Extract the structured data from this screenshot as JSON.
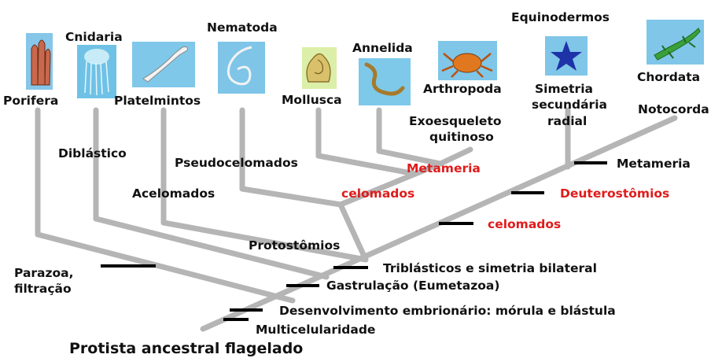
{
  "taxa": {
    "porifera": "Porifera",
    "cnidaria": "Cnidaria",
    "platelmintos": "Platelmintos",
    "nematoda": "Nematoda",
    "mollusca": "Mollusca",
    "annelida": "Annelida",
    "arthropoda": "Arthropoda",
    "equinodermos": "Equinodermos",
    "chordata": "Chordata"
  },
  "characters": {
    "simetria_line1": "Simetria",
    "simetria_line2": "secundária",
    "simetria_line3": "radial",
    "notocorda": "Notocorda",
    "exoesqueleto_line1": "Exoesqueleto",
    "exoesqueleto_line2": "quitinoso",
    "diblastico": "Diblástico",
    "pseudocelomados": "Pseudocelomados",
    "metameria_protostome": "Metameria",
    "metameria_deuterostome": "Metameria",
    "acelomados": "Acelomados",
    "celomados_protostome": "celomados",
    "deuterostomios": "Deuterostômios",
    "celomados": "celomados",
    "protostomios": "Protostômios",
    "triblasticos": "Triblásticos e simetria bilateral",
    "parazoa_line1": "Parazoa,",
    "parazoa_line2": "filtração",
    "gastrulacao": "Gastrulação (Eumetazoa)",
    "desenvolvimento": "Desenvolvimento embrionário: mórula e blástula",
    "multicelularidade": "Multicelularidade"
  },
  "root": {
    "protista": "Protista ancestral flagelado"
  },
  "colors": {
    "branch": "#b5b5b5",
    "tick": "#000000",
    "highlight_text": "#e01b1b",
    "text": "#111111"
  }
}
